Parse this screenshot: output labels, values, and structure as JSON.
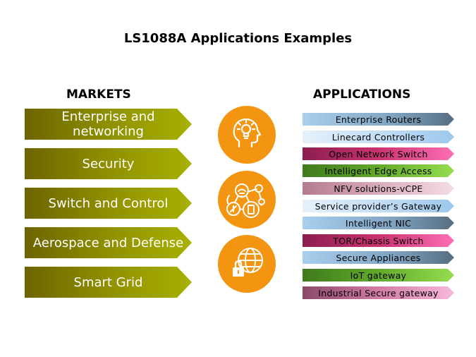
{
  "title": "LS1088A Applications Examples",
  "markets_heading": "MARKETS",
  "applications_heading": "APPLICATIONS",
  "markets": [
    "Enterprise and networking",
    "Security",
    "Switch and Control",
    "Aerospace and Defense",
    "Smart Grid"
  ],
  "applications": [
    "Enterprise  Routers",
    "Linecard Controllers",
    "Open  Network  Switch",
    "Intelligent  Edge  Access",
    "NFV solutions-vCPE",
    "Service provider’s  Gateway",
    "Intelligent  NIC",
    "TOR/Chassis  Switch",
    "Secure Appliances",
    "IoT gateway",
    "Industrial  Secure gateway"
  ],
  "icons": [
    "head-lightbulb-icon",
    "network-devices-icon",
    "globe-lock-icon"
  ],
  "colors": {
    "icon_circle": "#f49511",
    "market_arrow": "#8f9000"
  }
}
